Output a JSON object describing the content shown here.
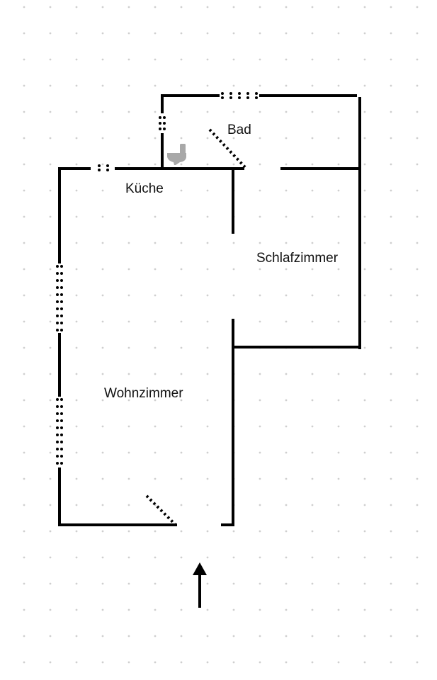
{
  "rooms": {
    "bad": "Bad",
    "kueche": "Küche",
    "schlafzimmer": "Schlafzimmer",
    "wohnzimmer": "Wohnzimmer"
  },
  "icons": {
    "toilet": "toilet-icon",
    "entrance": "entrance-arrow-icon"
  },
  "colors": {
    "wall": "#000000",
    "grid": "#cfcfcf",
    "toilet": "#a8a8a8",
    "background": "#ffffff"
  }
}
